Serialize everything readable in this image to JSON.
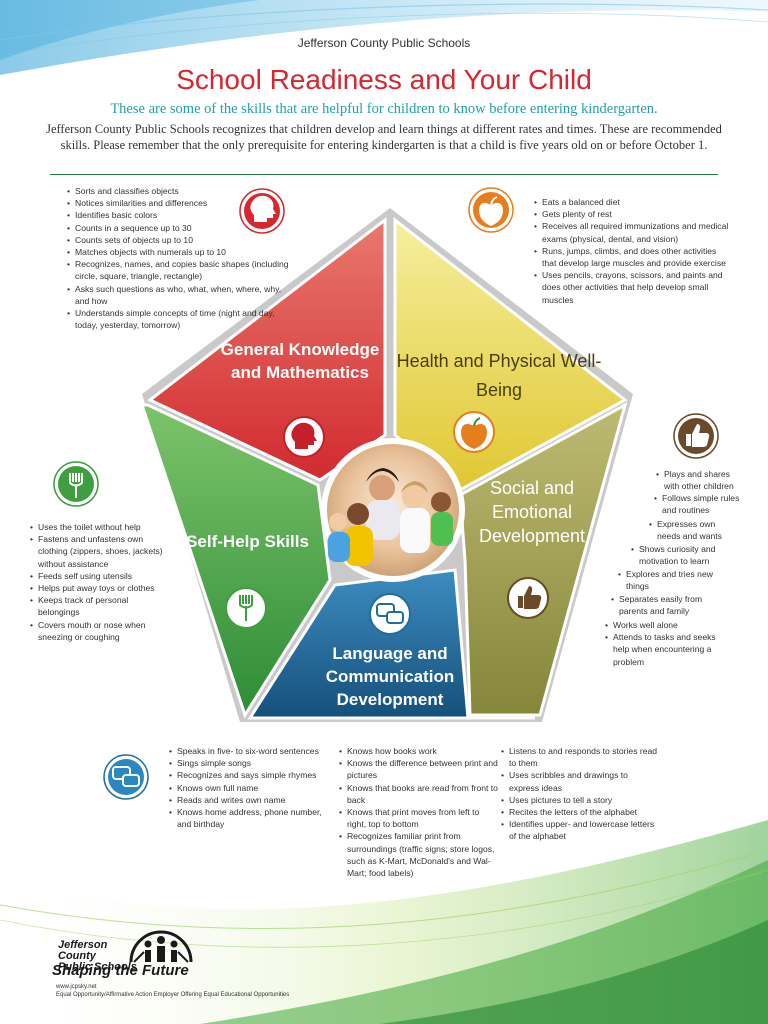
{
  "header": {
    "org_name": "Jefferson County Public Schools",
    "title": "School Readiness and Your Child",
    "subtitle": "These are some of the skills that are helpful for children to know before entering kindergarten.",
    "intro": "Jefferson County Public Schools recognizes that children develop and learn things at different rates and times. These are recommended skills. Please remember that the only prerequisite for entering kindergarten is that a child is five years old on or before October 1."
  },
  "segments": {
    "general": {
      "label": "General Knowledge and Mathematics",
      "color": "#d9333a",
      "icon": "head-brain-icon",
      "items": [
        "Sorts and classifies objects",
        "Notices similarities and differences",
        "Identifies basic colors",
        "Counts in a sequence up to 30",
        "Counts sets of objects up to 10",
        "Matches objects with numerals up to 10",
        "Recognizes, names, and copies basic shapes (including circle, square, triangle, rectangle)",
        "Asks such questions as who, what, when, where, why, and how",
        "Understands simple concepts of time (night and day, today, yesterday, tomorrow)"
      ]
    },
    "health": {
      "label": "Health and Physical Well-Being",
      "color": "#e9d84a",
      "icon": "apple-heart-icon",
      "items": [
        "Eats a balanced diet",
        "Gets plenty of rest",
        "Receives all required immunizations and medical exams (physical, dental, and vision)",
        "Runs, jumps, climbs, and does other activities that develop large muscles and provide exercise",
        "Uses pencils, crayons, scissors, and paints and does other activities that help develop small muscles"
      ]
    },
    "social": {
      "label": "Social and Emotional Development",
      "color": "#9a9a4a",
      "icon": "thumbs-up-icon",
      "items": [
        "Plays and shares with other children",
        "Follows simple rules and routines",
        "Expresses own needs and wants",
        "Shows curiosity and motivation to learn",
        "Explores and tries new things",
        "Separates easily from parents and family",
        "Works well alone",
        "Attends to tasks and seeks help when encountering a problem"
      ]
    },
    "selfhelp": {
      "label": "Self-Help Skills",
      "color": "#3f9e3f",
      "icon": "fork-icon",
      "items": [
        "Uses the toilet without help",
        "Fastens and unfastens own clothing (zippers, shoes, jackets) without assistance",
        "Feeds self using utensils",
        "Helps put away toys or clothes",
        "Keeps track of personal belongings",
        "Covers mouth or nose when sneezing or coughing"
      ]
    },
    "language": {
      "label": "Language and Communication Development",
      "color": "#1f6f9a",
      "icon": "speech-bubbles-icon",
      "items_col1": [
        "Speaks in five- to six-word sentences",
        "Sings simple songs",
        "Recognizes and says simple rhymes",
        "Knows own full name",
        "Reads and writes own name",
        "Knows home address, phone number, and birthday"
      ],
      "items_col2": [
        "Knows how books work",
        "Knows the difference between print and pictures",
        "Knows that books are read from front to back",
        "Knows that print moves from left to right, top to bottom",
        "Recognizes familiar print from surroundings (traffic signs; store logos, such as K-Mart, McDonald's and Wal-Mart; food labels)"
      ],
      "items_col3": [
        "Listens to and responds to stories read to them",
        "Uses scribbles and drawings to express ideas",
        "Uses pictures to tell a story",
        "Recites the letters of the alphabet",
        "Identifies upper- and lowercase letters of the alphabet"
      ]
    }
  },
  "footer": {
    "logo_line1": "Jefferson County",
    "logo_line2": "Public Schools",
    "tagline": "Shaping the Future",
    "url": "www.jcpsky.net",
    "eoe": "Equal Opportunity/Affirmative Action Employer Offering Equal Educational Opportunities"
  },
  "colors": {
    "title_red": "#d8262e",
    "subtitle_teal": "#1f9fa8",
    "rule_green": "#1a7a3c"
  }
}
